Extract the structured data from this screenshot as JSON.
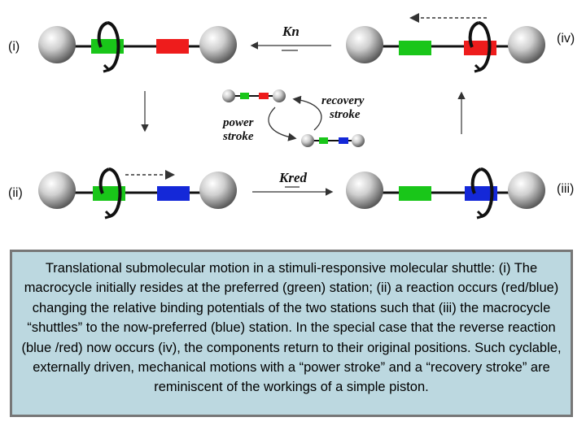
{
  "labels": {
    "state_i": "(i)",
    "state_ii": "(ii)",
    "state_iii": "(iii)",
    "state_iv": "(iv)",
    "k_n": "Kn",
    "k_red": "Kred",
    "recovery_1": "recovery",
    "recovery_2": "stroke",
    "power_1": "power",
    "power_2": "stroke"
  },
  "colors": {
    "green_station": "#19c619",
    "red_station": "#ee1c1c",
    "blue_station": "#1428d8",
    "caption_background": "#bcd8e0"
  },
  "caption": "Translational submolecular motion in a stimuli-responsive molecular shuttle: (i) The macrocycle initially resides at the preferred (green) station; (ii) a reaction occurs (red/blue) changing the relative binding potentials of the two stations such that (iii) the macrocycle “shuttles” to the now-preferred (blue) station. In the special case that the reverse reaction (blue /red) now occurs (iv), the components return to their original positions. Such cyclable, externally driven, mechanical motions with a “power stroke” and a “recovery stroke” are reminiscent of the workings of a simple piston."
}
